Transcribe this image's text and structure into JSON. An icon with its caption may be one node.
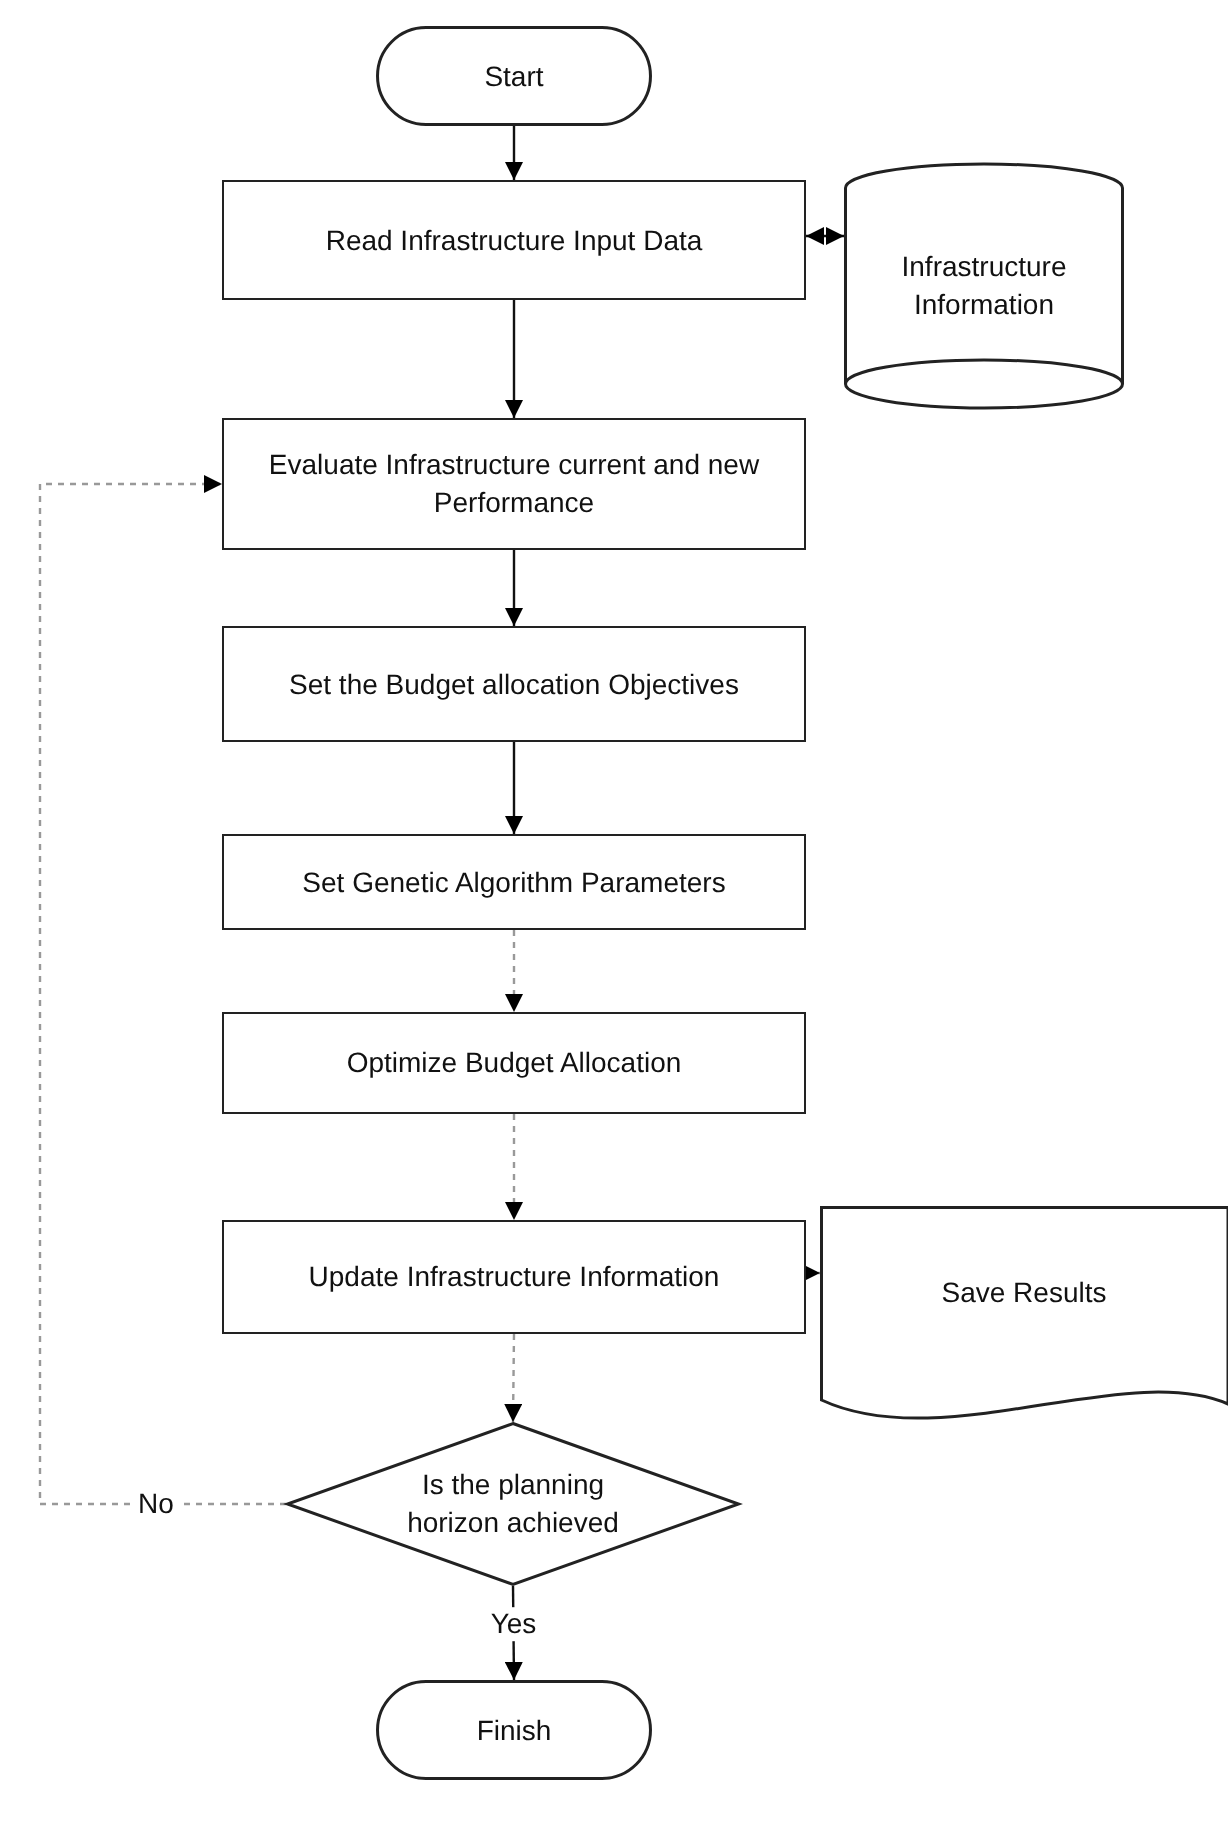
{
  "diagram": {
    "nodes": [
      {
        "text": [
          "Start"
        ]
      },
      {
        "text": [
          "Read Infrastructure Input Data"
        ]
      },
      {
        "text": [
          "Infrastructure Information"
        ]
      },
      {
        "text": [
          "Evaluate Infrastructure current and new Performance"
        ]
      },
      {
        "text": [
          "Set the Budget allocation Objectives"
        ]
      },
      {
        "text": [
          "Set Genetic Algorithm Parameters"
        ]
      },
      {
        "text": [
          "Optimize Budget Allocation"
        ]
      },
      {
        "text": [
          "Update Infrastructure Information"
        ]
      },
      {
        "text": [
          "Save Results"
        ]
      },
      {
        "text": [
          "Is the planning horizon achieved"
        ]
      },
      {
        "text": [
          "Finish"
        ]
      }
    ],
    "edges": [
      {
        "from": 0,
        "to": 1,
        "arrow": "to"
      },
      {
        "from": 1,
        "to": 2,
        "arrow": "both"
      },
      {
        "from": 1,
        "to": 3,
        "arrow": "to"
      },
      {
        "from": 3,
        "to": 4,
        "arrow": "to"
      },
      {
        "from": 4,
        "to": 5,
        "arrow": "to"
      },
      {
        "from": 5,
        "to": 6,
        "arrow": "to",
        "style": "dashed",
        "color": "#999999"
      },
      {
        "from": 6,
        "to": 7,
        "arrow": "to",
        "style": "dashed",
        "color": "#999999"
      },
      {
        "from": 7,
        "to": 8,
        "arrow": "to",
        "style": "dashed",
        "color": "#999999"
      },
      {
        "from": 7,
        "to": 9,
        "arrow": "to",
        "style": "dashed",
        "color": "#999999"
      },
      {
        "from": 9,
        "to": 3,
        "label": "No",
        "arrow": "to",
        "style": "dashed",
        "color": "#999999"
      },
      {
        "from": 9,
        "to": 10,
        "label": "Yes",
        "arrow": "to"
      }
    ]
  }
}
